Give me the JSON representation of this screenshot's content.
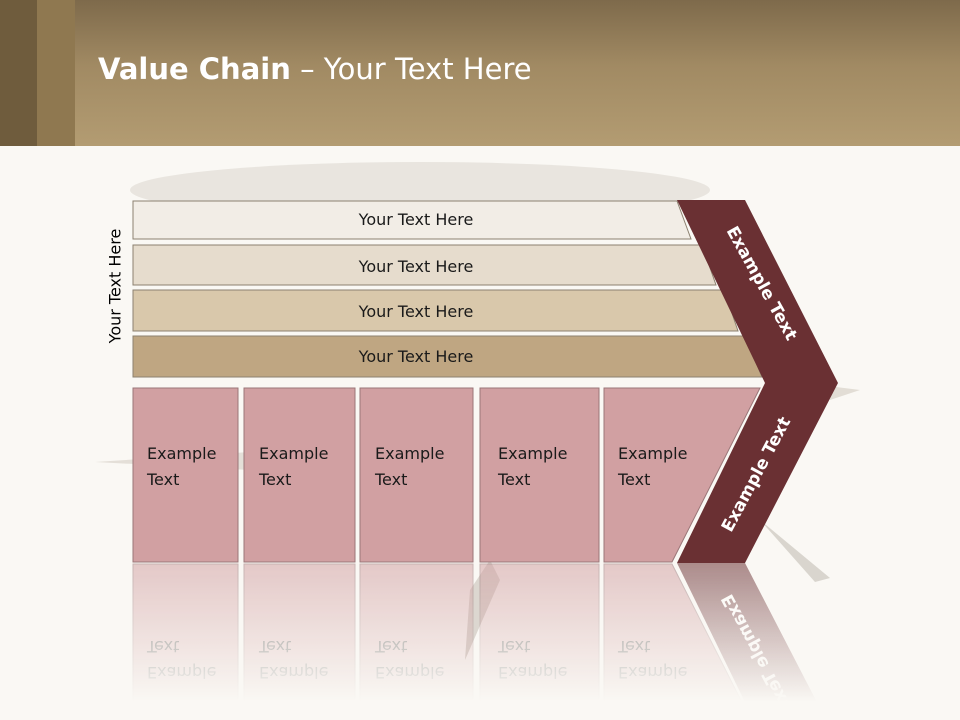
{
  "title": {
    "bold": "Value Chain",
    "rest": " – Your Text Here"
  },
  "side_label": "Your Text Here",
  "bands": [
    {
      "label": "Your Text Here"
    },
    {
      "label": "Your Text Here"
    },
    {
      "label": "Your Text Here"
    },
    {
      "label": "Your Text Here"
    }
  ],
  "boxes": [
    {
      "line1": "Example",
      "line2": "Text"
    },
    {
      "line1": "Example",
      "line2": "Text"
    },
    {
      "line1": "Example",
      "line2": "Text"
    },
    {
      "line1": "Example",
      "line2": "Text"
    },
    {
      "line1": "Example",
      "line2": "Text"
    }
  ],
  "arrow_upper_label": "Example Text",
  "arrow_lower_label": "Example Text",
  "colors": {
    "band1": "#f2ede6",
    "band2": "#e6dccd",
    "band3": "#d9c8ab",
    "band4": "#bfa682",
    "box": "#d1a0a2",
    "arrow": "#6a3033"
  }
}
